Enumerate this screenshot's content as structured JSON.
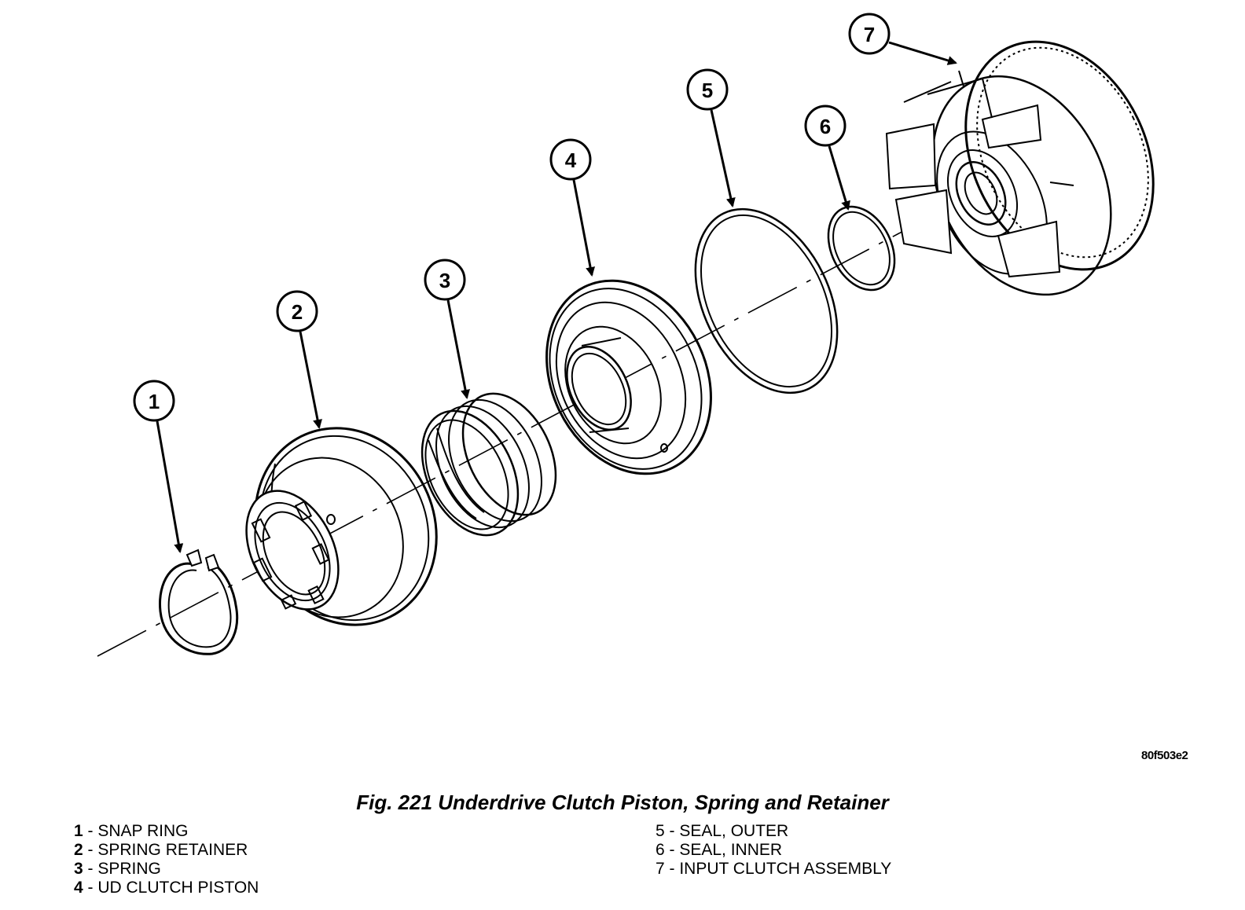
{
  "figure": {
    "ref_code": "80f503e2",
    "caption": "Fig. 221 Underdrive Clutch Piston, Spring and Retainer",
    "callouts": [
      "1",
      "2",
      "3",
      "4",
      "5",
      "6",
      "7"
    ]
  },
  "legend": {
    "left": [
      {
        "num": "1",
        "label": " - SNAP RING"
      },
      {
        "num": "2",
        "label": " - SPRING RETAINER"
      },
      {
        "num": "3",
        "label": " - SPRING"
      },
      {
        "num": "4",
        "label": " - UD CLUTCH PISTON"
      }
    ],
    "right": [
      {
        "num": "5",
        "label": " - SEAL, OUTER"
      },
      {
        "num": "6",
        "label": " - SEAL, INNER"
      },
      {
        "num": "7",
        "label": " - INPUT CLUTCH ASSEMBLY"
      }
    ]
  }
}
